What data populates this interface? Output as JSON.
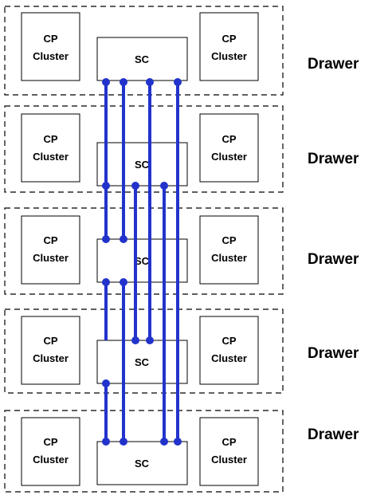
{
  "colors": {
    "bus": "#2233cc",
    "border": "#000000",
    "background": "#ffffff"
  },
  "drawers": [
    {
      "label": "Drawer",
      "cluster_left": [
        "CP",
        "Cluster"
      ],
      "cluster_right": [
        "CP",
        "Cluster"
      ],
      "sc_label": "SC"
    },
    {
      "label": "Drawer",
      "cluster_left": [
        "CP",
        "Cluster"
      ],
      "cluster_right": [
        "CP",
        "Cluster"
      ],
      "sc_label": "SC"
    },
    {
      "label": "Drawer",
      "cluster_left": [
        "CP",
        "Cluster"
      ],
      "cluster_right": [
        "CP",
        "Cluster"
      ],
      "sc_label": "SC"
    },
    {
      "label": "Drawer",
      "cluster_left": [
        "CP",
        "Cluster"
      ],
      "cluster_right": [
        "CP",
        "Cluster"
      ],
      "sc_label": "SC"
    },
    {
      "label": "Drawer",
      "cluster_left": [
        "CP",
        "Cluster"
      ],
      "cluster_right": [
        "CP",
        "Cluster"
      ],
      "sc_label": "SC"
    }
  ]
}
